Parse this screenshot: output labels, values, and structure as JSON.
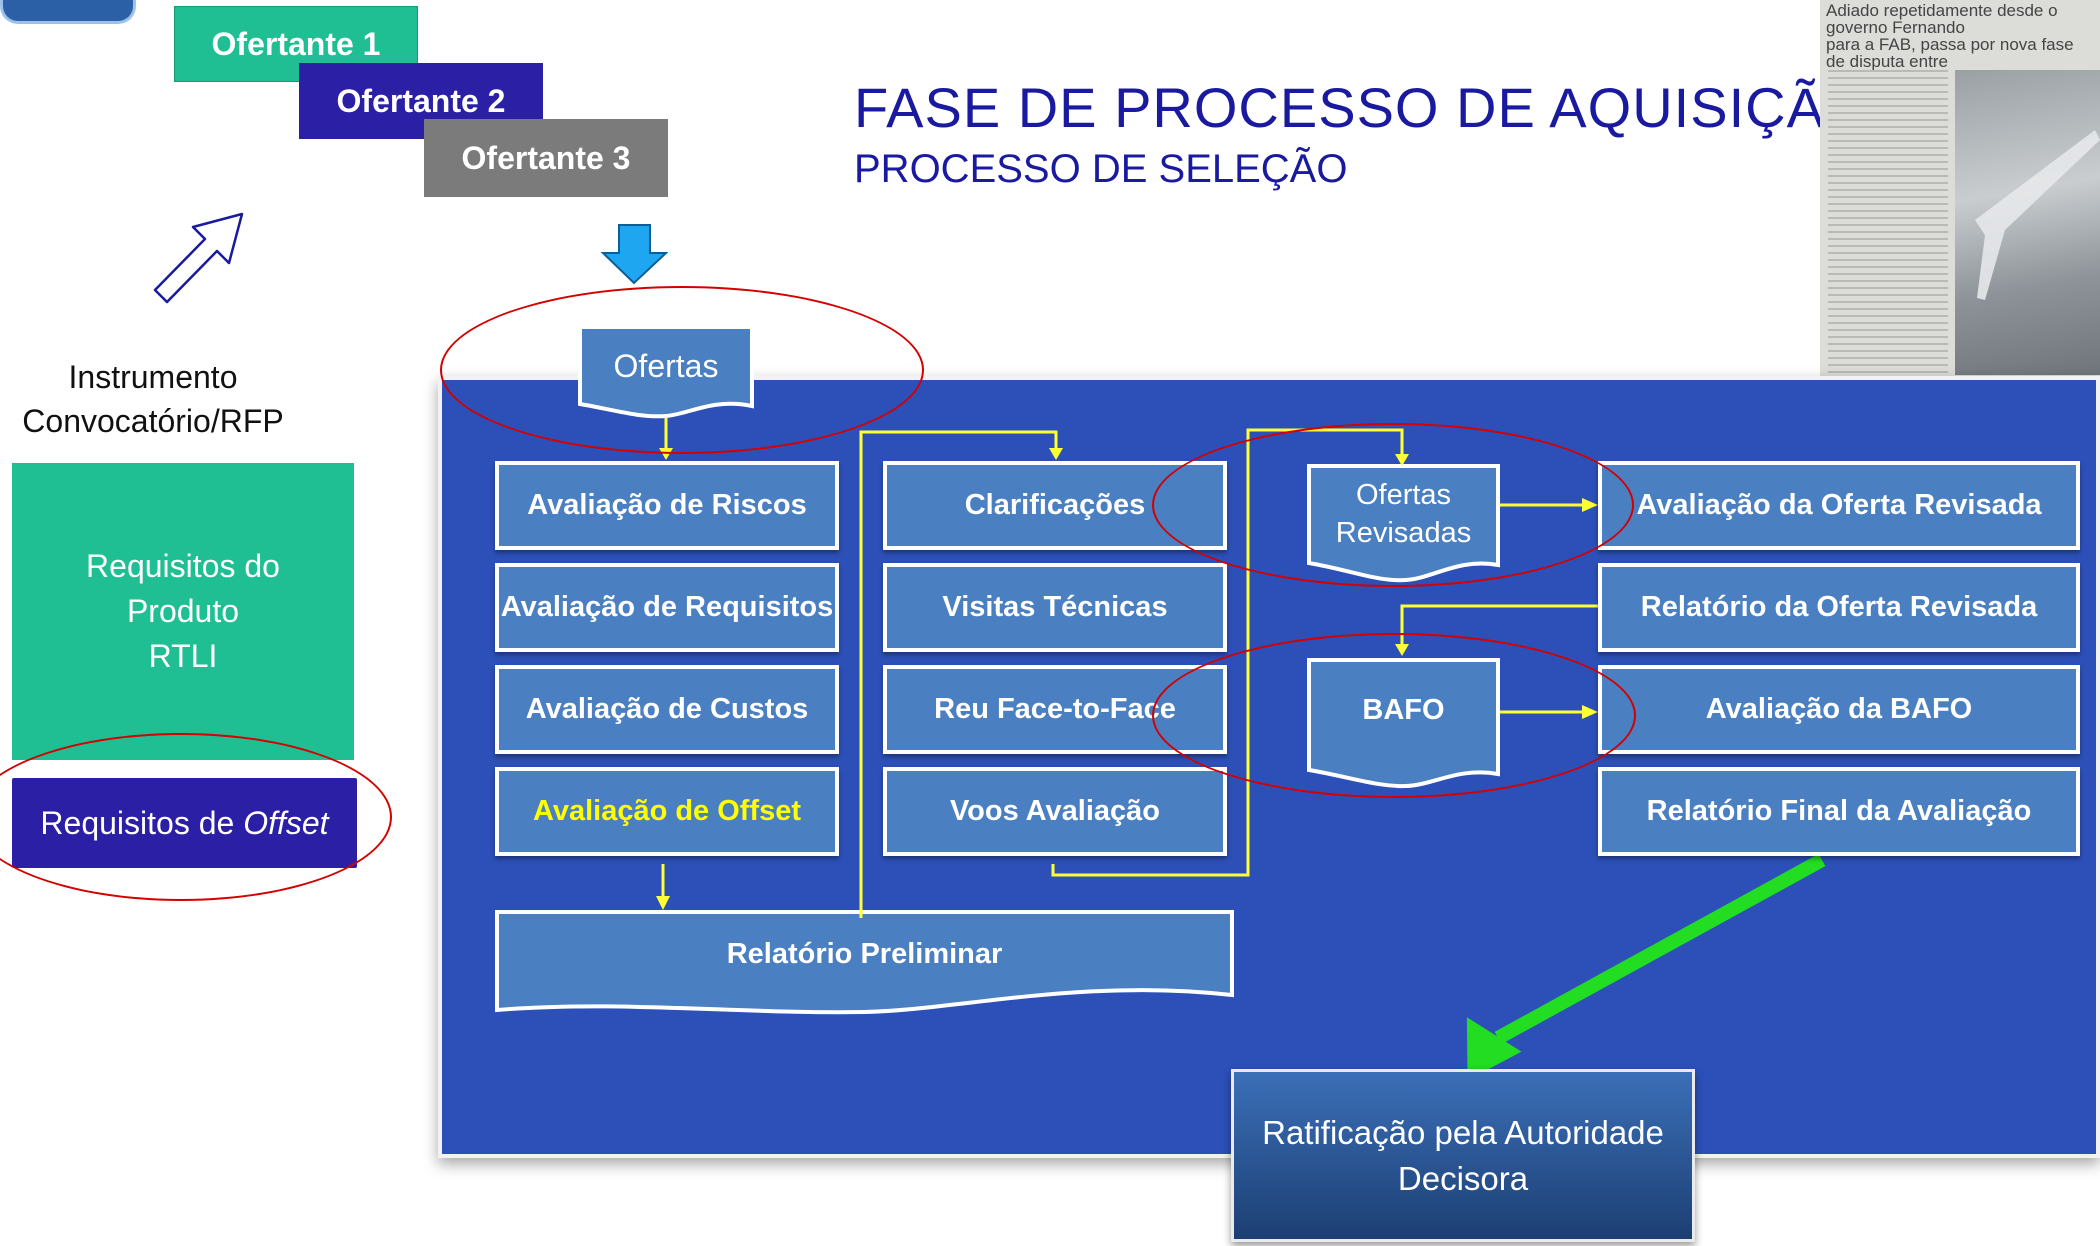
{
  "offerors": [
    "Ofertante 1",
    "Ofertante 2",
    "Ofertante 3"
  ],
  "title": "FASE DE PROCESSO DE AQUISIÇÃO",
  "subtitle": "PROCESSO DE SELEÇÃO",
  "newspaper": {
    "headline_line1": "Adiado repetidamente desde o governo Fernando",
    "headline_line2": "para a FAB, passa por nova fase de disputa entre"
  },
  "left": {
    "instrument_line1": "Instrumento",
    "instrument_line2": "Convocatório/RFP",
    "product_req_line1": "Requisitos do",
    "product_req_line2": "Produto",
    "product_req_line3": "RTLI",
    "offset_req_prefix": "Requisitos de ",
    "offset_req_emphasis": "Offset"
  },
  "flow": {
    "offers": "Ofertas",
    "col1": [
      "Avaliação de Riscos",
      "Avaliação de Requisitos",
      "Avaliação de Custos",
      "Avaliação de Offset"
    ],
    "col2": [
      "Clarificações",
      "Visitas Técnicas",
      "Reu Face-to-Face",
      "Voos Avaliação"
    ],
    "revised_offers_line1": "Ofertas",
    "revised_offers_line2": "Revisadas",
    "bafo": "BAFO",
    "col4": [
      "Avaliação da Oferta Revisada",
      "Relatório da Oferta Revisada",
      "Avaliação da BAFO",
      "Relatório Final da Avaliação"
    ],
    "preliminary_report": "Relatório Preliminar",
    "ratification_line1": "Ratificação pela Autoridade",
    "ratification_line2": "Decisora"
  },
  "colors": {
    "teal": "#1fbf93",
    "indigo": "#2b1fa6",
    "grey": "#7b7b7b",
    "panel_blue": "#2c50b8",
    "box_blue": "#4a7fc1",
    "connector_yellow": "#ffff33",
    "highlight_yellow": "#ffff00",
    "ellipse_red": "#d40000",
    "arrow_green": "#22dd22",
    "arrow_cyan": "#1ea7f0"
  }
}
